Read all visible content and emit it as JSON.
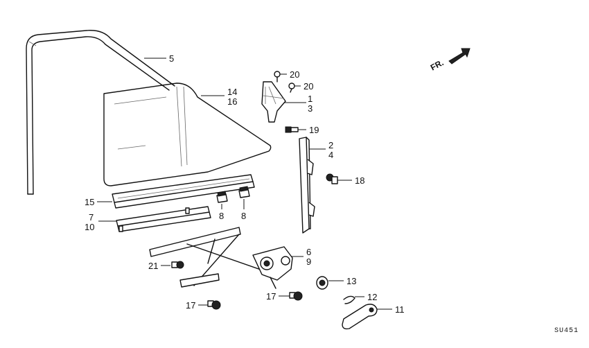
{
  "direction_marker": {
    "text": "FR."
  },
  "diagram_code": "SU451",
  "callouts": [
    {
      "id": "5",
      "lines": [
        "5"
      ]
    },
    {
      "id": "14-16",
      "lines": [
        "14",
        "16"
      ]
    },
    {
      "id": "20a",
      "lines": [
        "20"
      ]
    },
    {
      "id": "20b",
      "lines": [
        "20"
      ]
    },
    {
      "id": "1-3",
      "lines": [
        "1",
        "3"
      ]
    },
    {
      "id": "19",
      "lines": [
        "19"
      ]
    },
    {
      "id": "2-4",
      "lines": [
        "2",
        "4"
      ]
    },
    {
      "id": "18",
      "lines": [
        "18"
      ]
    },
    {
      "id": "15",
      "lines": [
        "15"
      ]
    },
    {
      "id": "7-10",
      "lines": [
        "7",
        "10"
      ]
    },
    {
      "id": "8a",
      "lines": [
        "8"
      ]
    },
    {
      "id": "8b",
      "lines": [
        "8"
      ]
    },
    {
      "id": "6-9",
      "lines": [
        "6",
        "9"
      ]
    },
    {
      "id": "21",
      "lines": [
        "21"
      ]
    },
    {
      "id": "13",
      "lines": [
        "13"
      ]
    },
    {
      "id": "17a",
      "lines": [
        "17"
      ]
    },
    {
      "id": "17b",
      "lines": [
        "17"
      ]
    },
    {
      "id": "12",
      "lines": [
        "12"
      ]
    },
    {
      "id": "11",
      "lines": [
        "11"
      ]
    }
  ]
}
